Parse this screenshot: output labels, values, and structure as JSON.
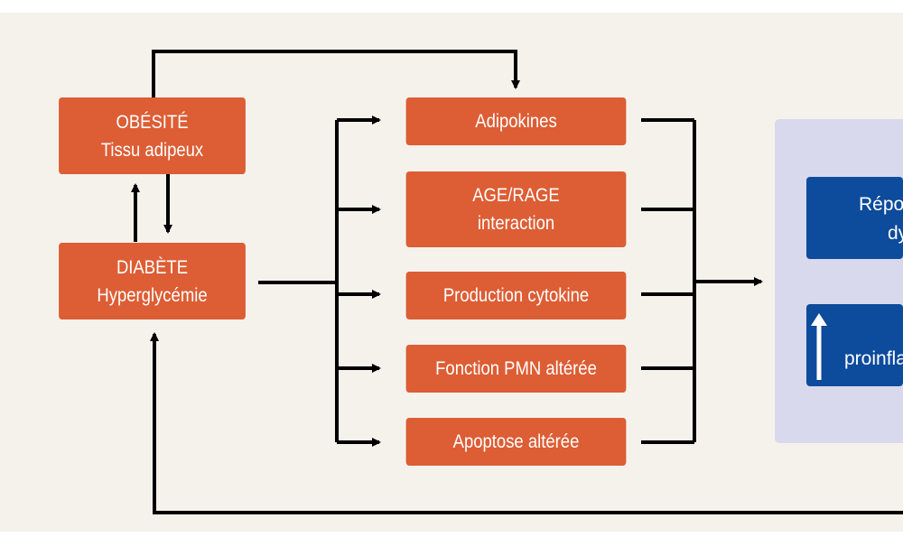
{
  "nodes": {
    "obesity": {
      "line1": "OBÉSITÉ",
      "line2": "Tissu adipeux"
    },
    "diabetes": {
      "line1": "DIABÈTE",
      "line2": "Hyperglycémie"
    },
    "adipokines": {
      "label": "Adipokines"
    },
    "age_rage": {
      "line1": "AGE/RAGE",
      "line2": "interaction"
    },
    "cytokine": {
      "label": "Production cytokine"
    },
    "pmn": {
      "label": "Fonction PMN altérée"
    },
    "apoptosis": {
      "label": "Apoptose altérée"
    }
  },
  "result_panel": {
    "response": {
      "line1": "Répo",
      "line2": "dy"
    },
    "proinflammatory": {
      "label": "proinfla"
    }
  },
  "colors": {
    "background": "#f5f2ec",
    "orange_box": "#dd5d34",
    "blue_box": "#0d4b9c",
    "panel": "#d9d9ee",
    "arrow": "#000000"
  }
}
